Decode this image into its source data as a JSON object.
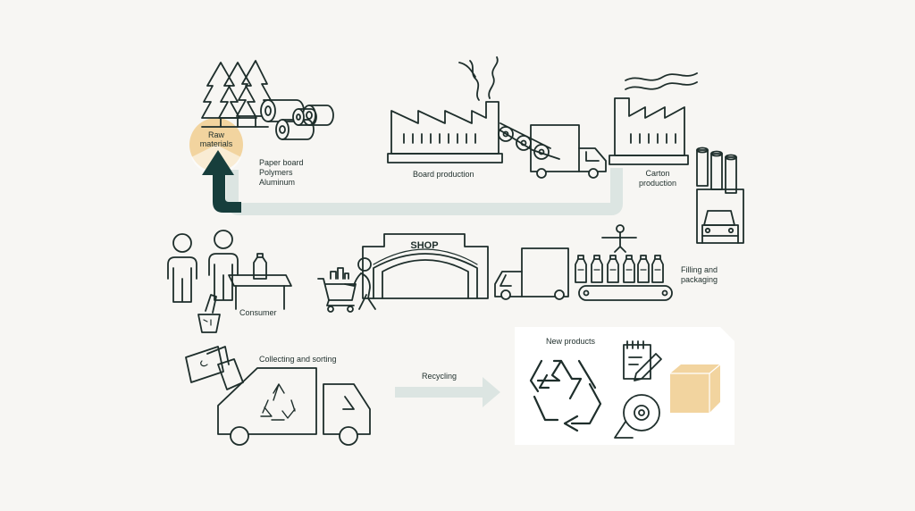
{
  "labels": {
    "raw_materials": "Raw materials",
    "materials_list": [
      "Paper board",
      "Polymers",
      "Aluminum"
    ],
    "board_production": "Board production",
    "carton_production": "Carton production",
    "shop": "SHOP",
    "filling_packaging": "Filling and packaging",
    "consumer": "Consumer",
    "collecting_sorting": "Collecting and sorting",
    "recycling": "Recycling",
    "new_products": "New products"
  },
  "colors": {
    "background": "#f7f6f3",
    "line": "#1e2e2b",
    "raw_materials_circle": "#f2d49f",
    "flow_path": "#dce5e2",
    "return_arrow": "#173e3c",
    "new_products_panel": "#ffffff",
    "cardboard_box": "#f2d49f"
  },
  "icons": [
    "tree-icon",
    "log-icon",
    "factory-icon",
    "truck-icon",
    "carton-rolls-icon",
    "person-icon",
    "table-icon",
    "shopping-cart-icon",
    "shop-building-icon",
    "robot-arm-icon",
    "conveyor-icon",
    "trash-bin-icon",
    "recycle-icon",
    "notepad-icon",
    "pencil-icon",
    "paper-roll-icon",
    "box-icon"
  ]
}
